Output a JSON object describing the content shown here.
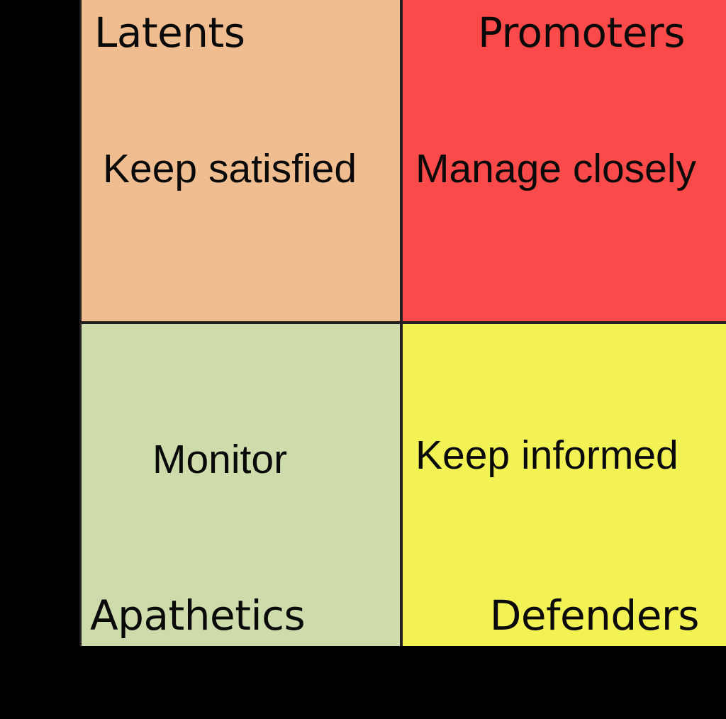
{
  "figure": {
    "kind": "stakeholder-power-interest-matrix",
    "background_color": "#000000",
    "text_color": "#0a0a0a",
    "divider_color": "#231f20"
  },
  "quadrants": [
    {
      "id": "latents",
      "position": "top-left",
      "corner_label": "Latents",
      "action_label": "Keep satisfied",
      "fill_color": "#F0BD91"
    },
    {
      "id": "promoters",
      "position": "top-right",
      "corner_label": "Promoters",
      "action_label": "Manage closely",
      "fill_color": "#FB4A4A"
    },
    {
      "id": "apathetics",
      "position": "bottom-left",
      "corner_label": "Apathetics",
      "action_label": "Monitor",
      "fill_color": "#CEDBAA"
    },
    {
      "id": "defenders",
      "position": "bottom-right",
      "corner_label": "Defenders",
      "action_label": "Keep informed",
      "fill_color": "#F2F255"
    }
  ]
}
